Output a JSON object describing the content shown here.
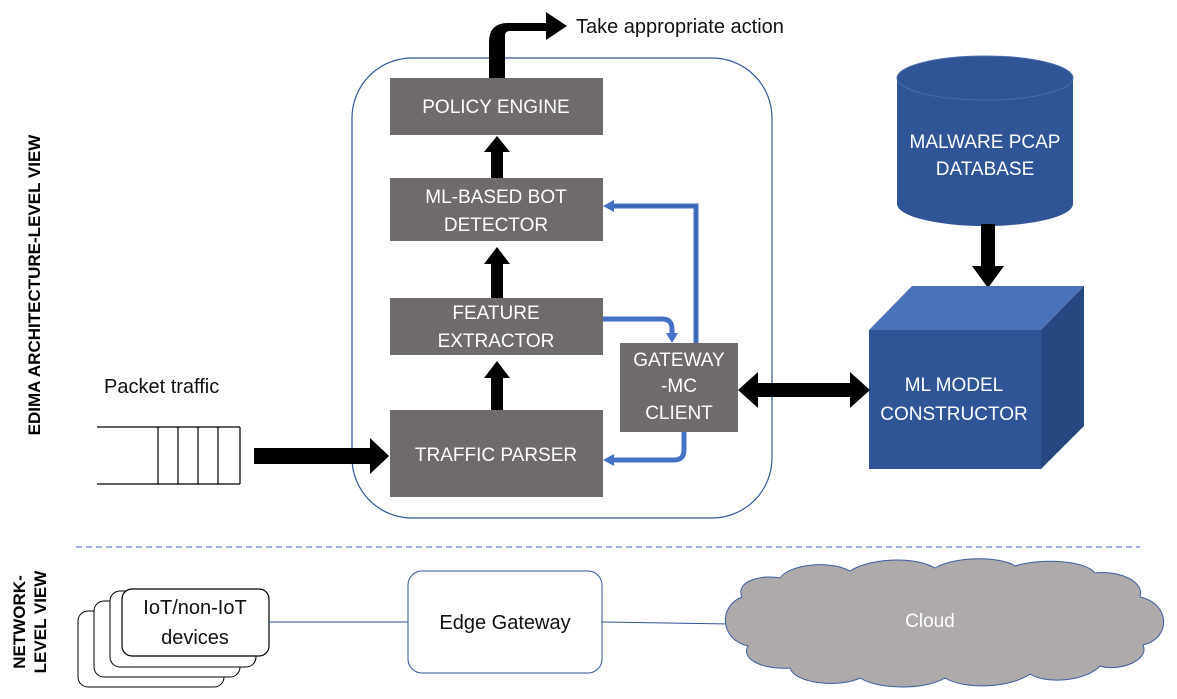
{
  "side_labels": {
    "architecture": "EDIMA ARCHITECTURE-LEVEL VIEW",
    "network_line1": "NETWORK-",
    "network_line2": "LEVEL VIEW"
  },
  "architecture": {
    "action_label": "Take appropriate action",
    "policy_engine": "POLICY ENGINE",
    "bot_detector_line1": "ML-BASED BOT",
    "bot_detector_line2": "DETECTOR",
    "feature_extractor_line1": "FEATURE",
    "feature_extractor_line2": "EXTRACTOR",
    "traffic_parser": "TRAFFIC PARSER",
    "gateway_client_line1": "GATEWAY",
    "gateway_client_line2": "-MC",
    "gateway_client_line3": "CLIENT",
    "packet_traffic": "Packet traffic",
    "malware_db_line1": "MALWARE  PCAP",
    "malware_db_line2": "DATABASE",
    "model_constructor_line1": "ML MODEL",
    "model_constructor_line2": "CONSTRUCTOR"
  },
  "network": {
    "devices_line1": "IoT/non-IoT",
    "devices_line2": "devices",
    "edge_gateway": "Edge Gateway",
    "cloud": "Cloud"
  },
  "colors": {
    "module_fill": "#6f6b6a",
    "blue_fill": "#2f5597",
    "blue_arrow": "#4472c4",
    "cloud_fill": "#aeaaaa"
  }
}
